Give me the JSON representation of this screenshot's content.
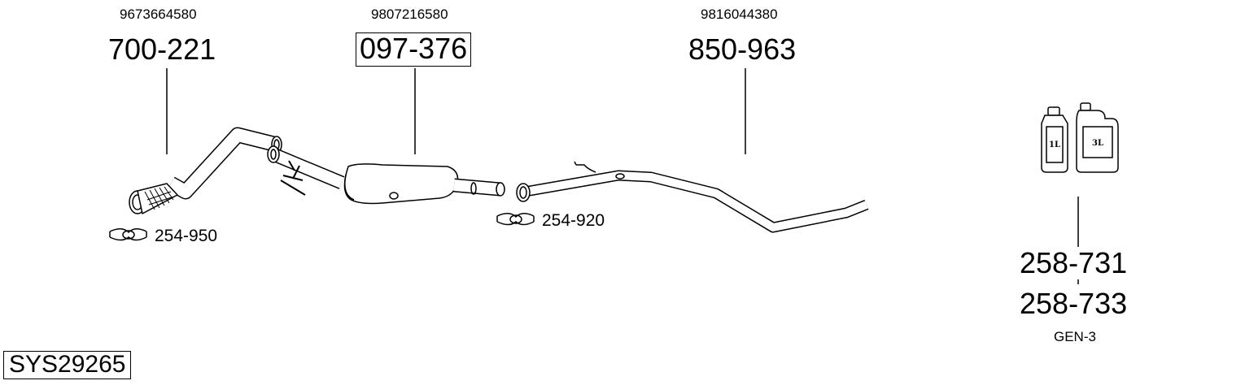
{
  "parts": [
    {
      "oe": "9673664580",
      "number": "700-221",
      "highlighted": false
    },
    {
      "oe": "9807216580",
      "number": "097-376",
      "highlighted": true
    },
    {
      "oe": "9816044380",
      "number": "850-963",
      "highlighted": false
    }
  ],
  "clamps": [
    {
      "number": "254-950",
      "icon": "clamp-icon"
    },
    {
      "number": "254-920",
      "icon": "clamp-icon"
    }
  ],
  "fluid": {
    "bottle_small_label": "1L",
    "canister_label": "3L",
    "numbers": [
      "258-731",
      "258-733"
    ],
    "note": "GEN-3"
  },
  "system_code": "SYS29265"
}
